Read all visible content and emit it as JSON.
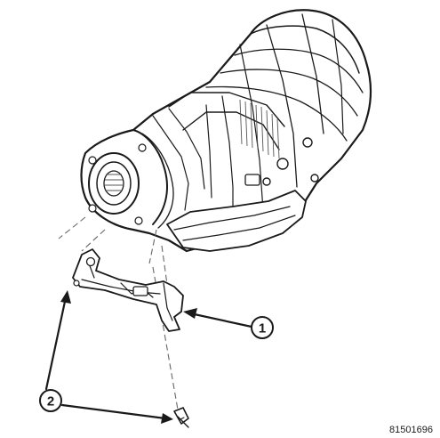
{
  "callouts": [
    {
      "label": "1"
    },
    {
      "label": "2"
    }
  ],
  "figure_id": "81501696",
  "colors": {
    "ink": "#1a1a1a",
    "background": "#ffffff"
  }
}
